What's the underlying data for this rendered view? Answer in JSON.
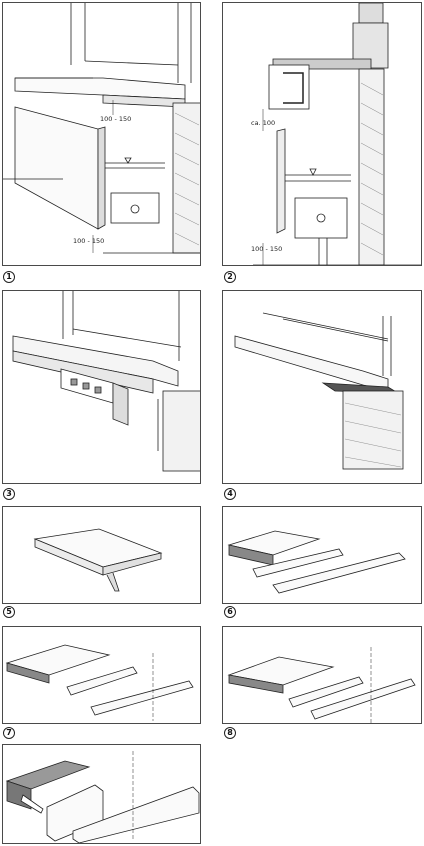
{
  "figures": [
    {
      "number": "1",
      "dimensions": [
        "100 - 150",
        "100 - 150"
      ]
    },
    {
      "number": "2",
      "dimensions": [
        "ca. 100",
        "100 - 150"
      ]
    },
    {
      "number": "3",
      "dimensions": []
    },
    {
      "number": "4",
      "dimensions": []
    },
    {
      "number": "5",
      "dimensions": []
    },
    {
      "number": "6",
      "dimensions": []
    },
    {
      "number": "7",
      "dimensions": []
    },
    {
      "number": "8",
      "dimensions": []
    },
    {
      "number": "",
      "dimensions": []
    }
  ]
}
